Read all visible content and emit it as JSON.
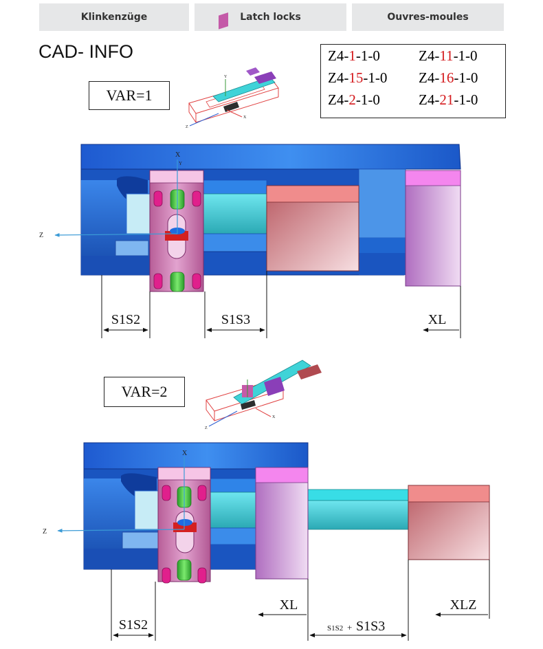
{
  "tabs": [
    "Klinkenzüge",
    "Latch locks",
    "Ouvres-moules"
  ],
  "title": "CAD- INFO",
  "codes": [
    {
      "pre": "Z4-",
      "num": "1",
      "post": "-1-0"
    },
    {
      "pre": "Z4-",
      "num": "11",
      "post": "-1-0"
    },
    {
      "pre": "Z4-",
      "num": "15",
      "post": "-1-0"
    },
    {
      "pre": "Z4-",
      "num": "16",
      "post": "-1-0"
    },
    {
      "pre": "Z4-",
      "num": "2",
      "post": "-1-0"
    },
    {
      "pre": "Z4-",
      "num": "21",
      "post": "-1-0"
    }
  ],
  "var1": {
    "label": "VAR=1",
    "dims": {
      "s1s2": "S1S2",
      "s1s3": "S1S3",
      "xl": "XL"
    }
  },
  "var2": {
    "label": "VAR=2",
    "dims": {
      "s1s2": "S1S2",
      "xl": "XL",
      "sum_small": "S1S2",
      "plus": "+",
      "sum_big": "S1S3",
      "xlz": "XLZ"
    }
  },
  "axes": {
    "x": "X",
    "y": "Y",
    "z": "Z"
  },
  "colors": {
    "red_digits": "#d4191c",
    "body_blue": "#1f5fc4",
    "pink": "#c880b0",
    "cyan": "#35c6cf",
    "salmon": "#f08c8c",
    "violet": "#c27ad0",
    "green": "#3fbf3f"
  }
}
